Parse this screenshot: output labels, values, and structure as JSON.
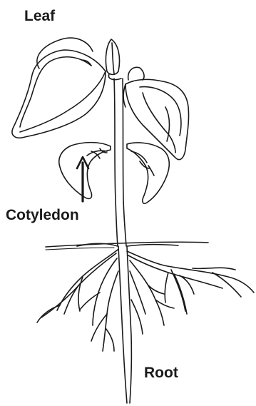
{
  "diagram": {
    "labels": {
      "leaf": "Leaf",
      "cotyledon": "Cotyledon",
      "root": "Root"
    },
    "ink_color": "#1a1a1a",
    "background_color": "#ffffff"
  }
}
